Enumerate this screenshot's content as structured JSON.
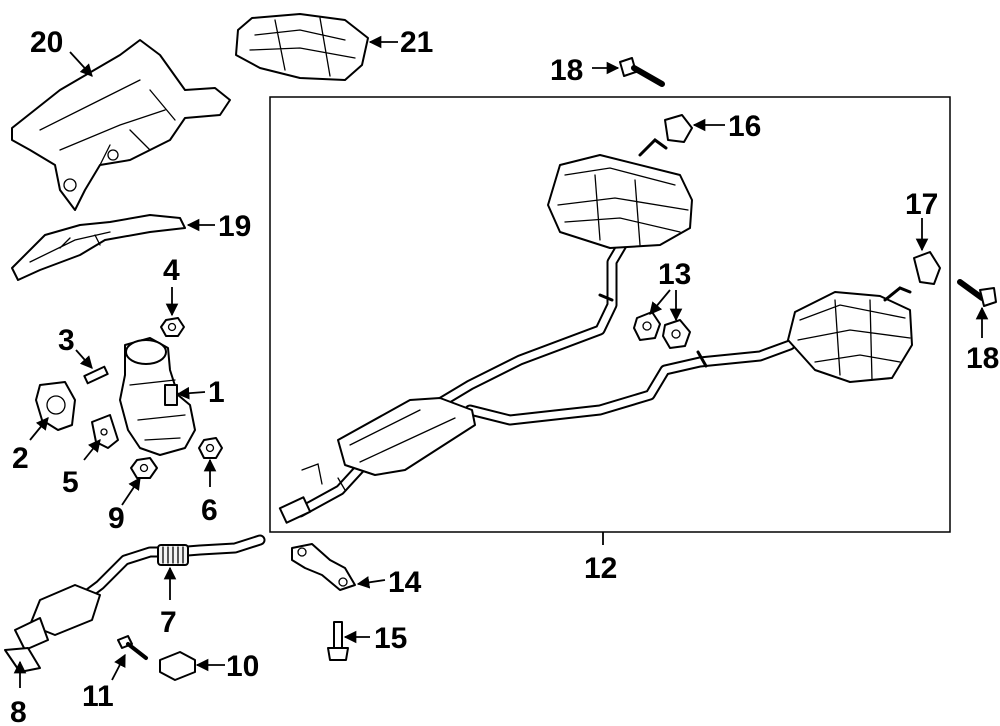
{
  "callouts": {
    "c1": "1",
    "c2": "2",
    "c3": "3",
    "c4": "4",
    "c5": "5",
    "c6": "6",
    "c7": "7",
    "c8": "8",
    "c9": "9",
    "c10": "10",
    "c11": "11",
    "c12": "12",
    "c13": "13",
    "c14": "14",
    "c15": "15",
    "c16": "16",
    "c17": "17",
    "c18a": "18",
    "c18b": "18",
    "c19": "19",
    "c20": "20",
    "c21": "21"
  },
  "colors": {
    "line": "#000000",
    "background": "#ffffff",
    "part_shading": "#f2f2f2"
  }
}
